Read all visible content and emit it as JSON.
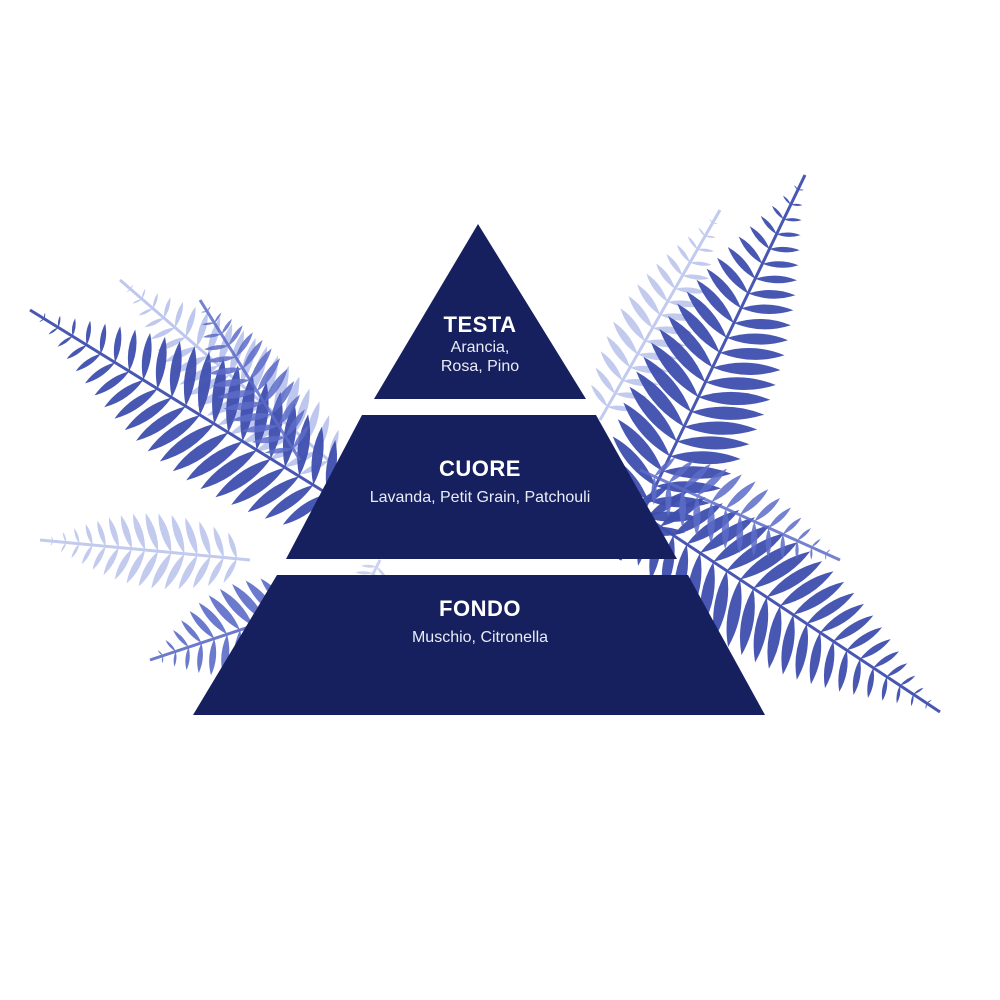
{
  "colors": {
    "pyramid": "#17205e",
    "fern_dark": "#3f4fae",
    "fern_mid": "#5c6cc8",
    "fern_light": "#a9b5e8",
    "background": "#ffffff"
  },
  "pyramid": {
    "tiers": [
      {
        "title": "TESTA",
        "notes": "Arancia,\nRosa, Pino"
      },
      {
        "title": "CUORE",
        "notes": "Lavanda, Petit Grain, Patchouli"
      },
      {
        "title": "FONDO",
        "notes": "Muschio, Citronella"
      }
    ]
  },
  "decoration": {
    "left_icon": "fern-leaf",
    "right_icon": "fern-leaf"
  }
}
